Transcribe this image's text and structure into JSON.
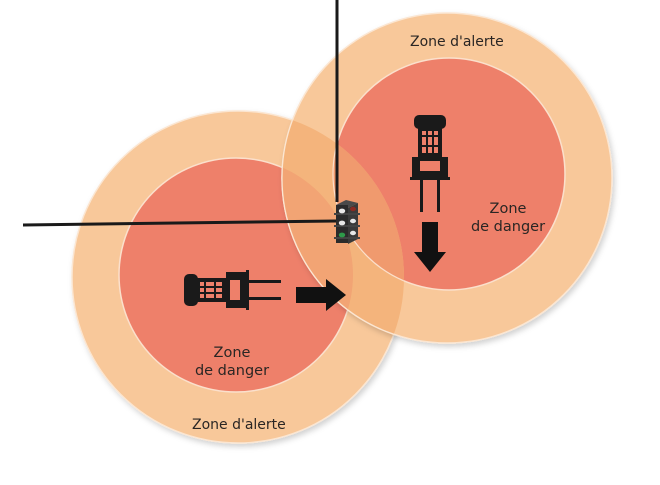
{
  "colors": {
    "alert_zone": "#F8C89A",
    "danger_zone": "#EE806A",
    "overlap_alert": "#F4B47C",
    "overlap_danger": "#F09A6E",
    "wire": "#1a1a1a",
    "icon": "#1a1a1a",
    "background": "#ffffff",
    "ring_edge": "#FBE6D2"
  },
  "left_zone": {
    "alert_label": "Zone d'alerte",
    "danger_label_line1": "Zone",
    "danger_label_line2": "de danger",
    "forklift_direction": "right",
    "forklift_icon": "forklift-top-view-icon",
    "arrow_icon": "arrow-right-icon"
  },
  "right_zone": {
    "alert_label": "Zone d'alerte",
    "danger_label_line1": "Zone",
    "danger_label_line2": "de danger",
    "forklift_direction": "down",
    "forklift_icon": "forklift-top-view-icon",
    "arrow_icon": "arrow-down-icon"
  },
  "traffic_light": {
    "icon": "traffic-light-icon",
    "lights": [
      "red",
      "white",
      "green"
    ]
  }
}
